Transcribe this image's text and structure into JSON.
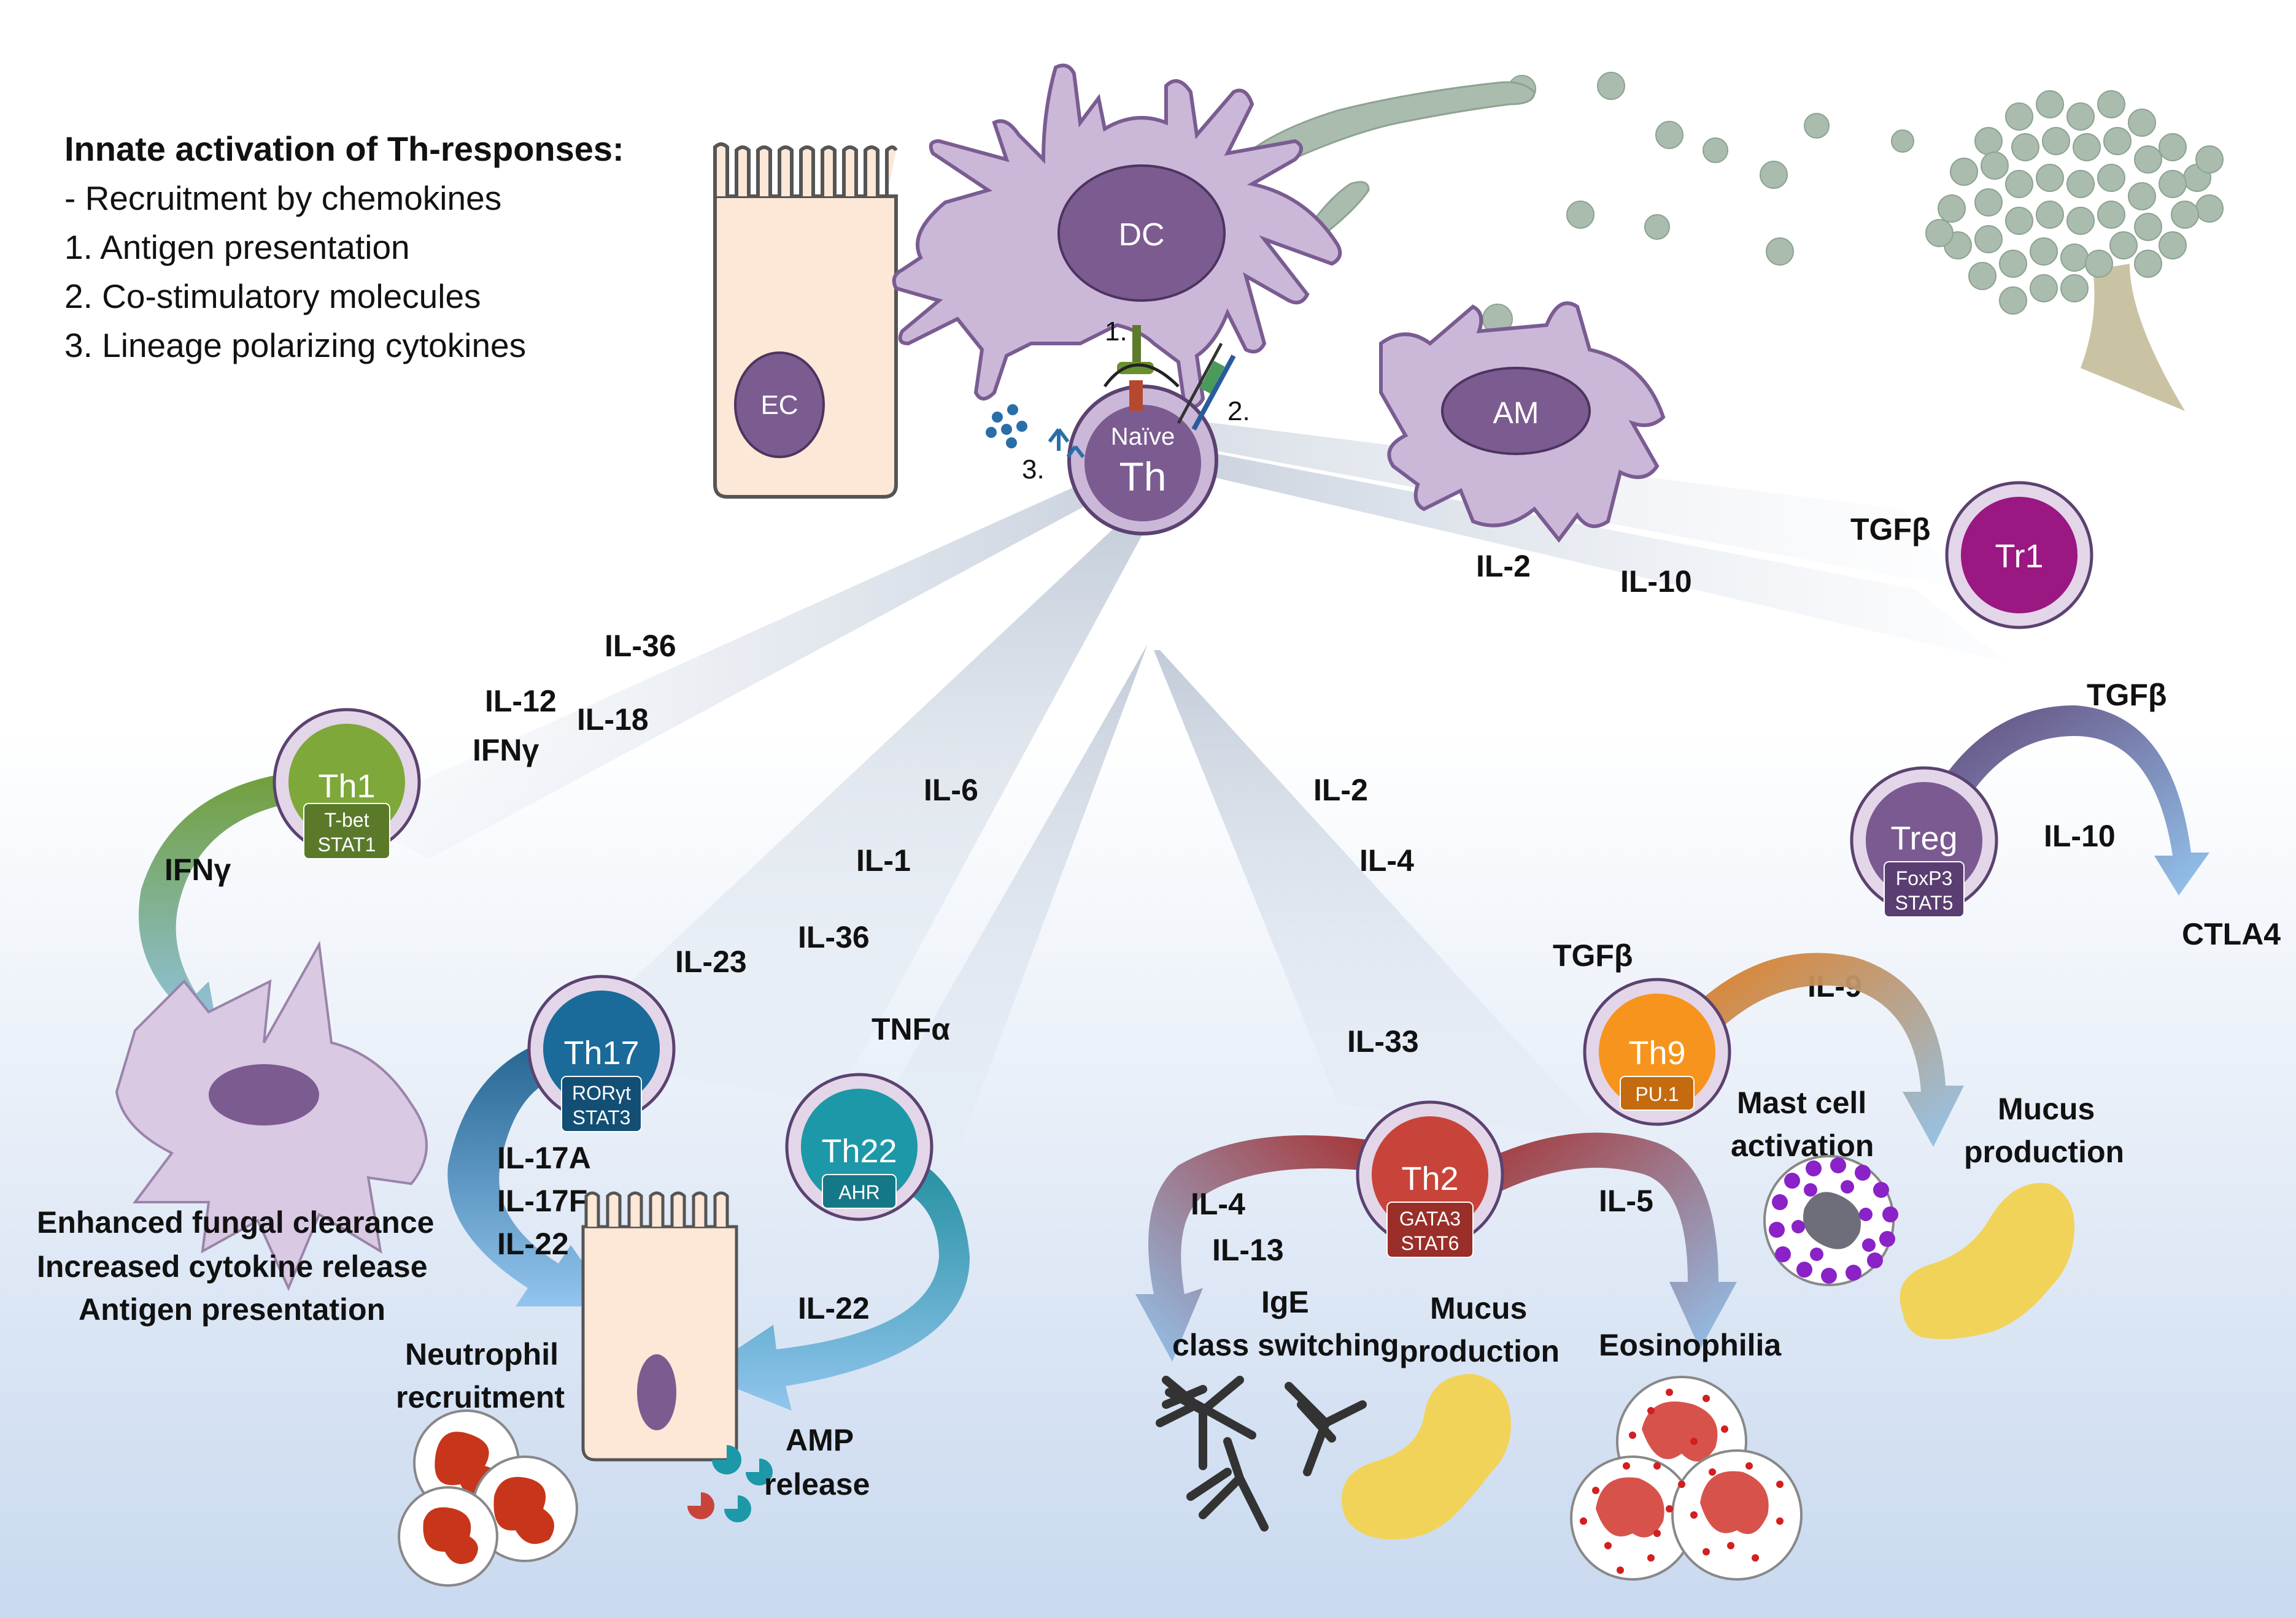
{
  "innate_box": {
    "title": "Innate activation of Th-responses:",
    "items": [
      "-    Recruitment by chemokines",
      "1. Antigen presentation",
      "2. Co-stimulatory molecules",
      "3. Lineage polarizing cytokines"
    ]
  },
  "cells": {
    "dc": "DC",
    "ec": "EC",
    "am": "AM",
    "naive_top": "Naïve",
    "naive_bottom": "Th",
    "tr1": "Tr1",
    "th1": {
      "name": "Th1",
      "tf1": "T-bet",
      "tf2": "STAT1"
    },
    "th17": {
      "name": "Th17",
      "tf1": "RORγt",
      "tf2": "STAT3"
    },
    "th22": {
      "name": "Th22",
      "tf1": "AHR"
    },
    "th2": {
      "name": "Th2",
      "tf1": "GATA3",
      "tf2": "STAT6"
    },
    "th9": {
      "name": "Th9",
      "tf1": "PU.1"
    },
    "treg": {
      "name": "Treg",
      "tf1": "FoxP3",
      "tf2": "STAT5"
    }
  },
  "step_marks": {
    "s1": "1.",
    "s2": "2.",
    "s3": "3."
  },
  "cytokines": {
    "tr1_il2": "IL-2",
    "tr1_il10": "IL-10",
    "tr1_tgfb": "TGFβ",
    "th1_il36": "IL-36",
    "th1_il12": "IL-12",
    "th1_il18": "IL-18",
    "th1_ifng": "IFNγ",
    "th1_out": "IFNγ",
    "th17_il6": "IL-6",
    "th17_il1": "IL-1",
    "th17_il36": "IL-36",
    "th17_il23": "IL-23",
    "th22_tnfa": "TNFα",
    "th17_out1": "IL-17A",
    "th17_out2": "IL-17F",
    "th17_out3": "IL-22",
    "th22_out": "IL-22",
    "th2_il2": "IL-2",
    "th2_il4": "IL-4",
    "th2_il33": "IL-33",
    "th2_out_il4": "IL-4",
    "th2_out_il13": "IL-13",
    "th2_out_il5": "IL-5",
    "th9_tgfb": "TGFβ",
    "th9_il9": "IL-9",
    "treg_tgfb": "TGFβ",
    "treg_il10": "IL-10",
    "treg_ctla4": "CTLA4"
  },
  "outcomes": {
    "th1_1": "Enhanced fungal clearance",
    "th1_2": "Increased cytokine release",
    "th1_3": "Antigen presentation",
    "neut_1": "Neutrophil",
    "neut_2": "recruitment",
    "amp_1": "AMP",
    "amp_2": "release",
    "ige_1": "IgE",
    "ige_2": "class switching",
    "mucus2_1": "Mucus",
    "mucus2_2": "production",
    "eos": "Eosinophilia",
    "mast_1": "Mast cell",
    "mast_2": "activation",
    "mucus9_1": "Mucus",
    "mucus9_2": "production"
  },
  "colors": {
    "myeloid": "#cbb8d8",
    "myeloid_edge": "#7a5c92",
    "nucleus": "#7b5b90",
    "naive": "#7b5b90",
    "tr1": "#9b1782",
    "th1": "#7ea83a",
    "th17": "#1a6a9a",
    "th22": "#1d98a8",
    "th2": "#c8443a",
    "th9": "#f7941d",
    "treg": "#7a5a90",
    "fungus": "#a9bcae",
    "mucus": "#f2d35a",
    "epithelium": "#fde7d6",
    "neutrophil": "#c7361a"
  }
}
